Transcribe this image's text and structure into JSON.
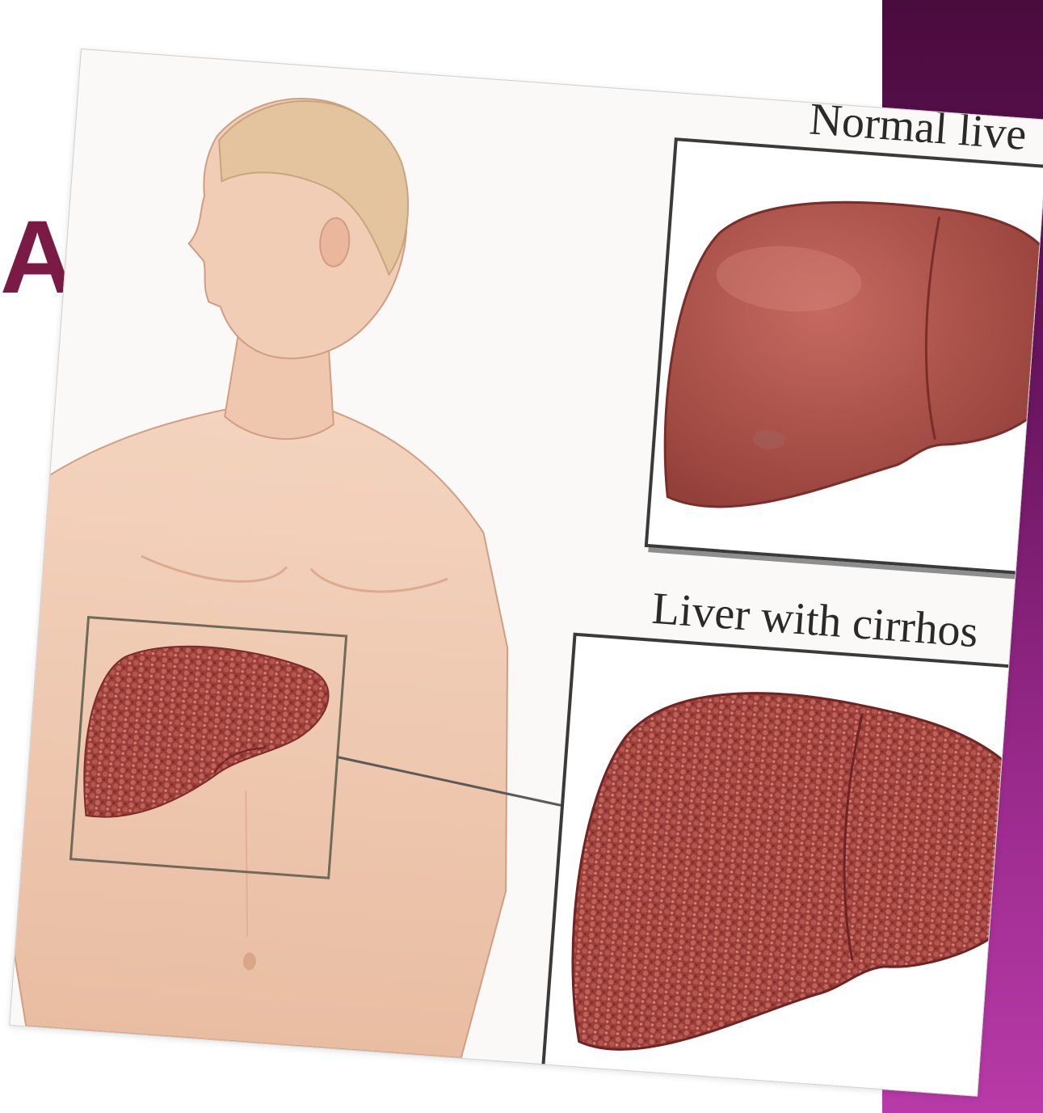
{
  "slide": {
    "title_fragment": "A",
    "accent_color": "#6a1560",
    "title_color": "#7a1b45"
  },
  "illustration": {
    "normal_label": "Normal live",
    "cirrhosis_label": "Liver with cirrhos",
    "colors": {
      "skin": "#f2cdb6",
      "healthy_liver": "#b2524a",
      "cirrhotic_liver": "#9a3e3a",
      "hair": "#e3c49f"
    }
  }
}
